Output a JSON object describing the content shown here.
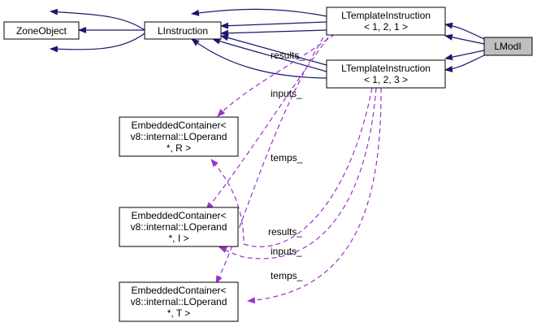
{
  "nodes": {
    "zone_object": {
      "label": "ZoneObject"
    },
    "linstruction": {
      "label": "LInstruction"
    },
    "ltemplate_121": {
      "line1": "LTemplateInstruction",
      "line2": "< 1, 2, 1 >"
    },
    "ltemplate_123": {
      "line1": "LTemplateInstruction",
      "line2": "< 1, 2, 3 >"
    },
    "lmodi": {
      "label": "LModI"
    },
    "container_r": {
      "line1": "EmbeddedContainer<",
      "line2": "v8::internal::LOperand",
      "line3": "*, R >"
    },
    "container_i": {
      "line1": "EmbeddedContainer<",
      "line2": "v8::internal::LOperand",
      "line3": "*, I >"
    },
    "container_t": {
      "line1": "EmbeddedContainer<",
      "line2": "v8::internal::LOperand",
      "line3": "*, T >"
    }
  },
  "edge_labels": {
    "results_top": "results_",
    "inputs_top": "inputs_",
    "temps_top": "temps_",
    "results_bottom": "results_",
    "inputs_bottom": "inputs_",
    "temps_bottom": "temps_"
  },
  "colors": {
    "inheritance": "#191970",
    "usage": "#9a32cd",
    "highlight_fill": "#bfbfbf"
  }
}
